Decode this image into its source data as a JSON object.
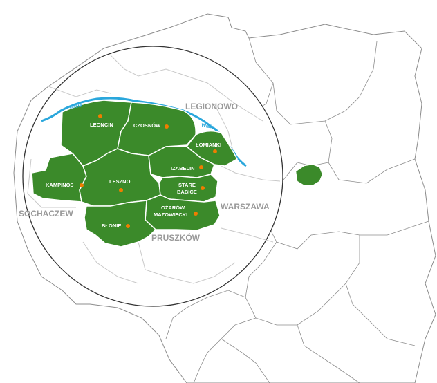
{
  "colors": {
    "region_fill": "#3b8a2a",
    "region_border": "#ffffff",
    "river": "#2aa7dc",
    "town_marker": "#ef7d00",
    "country_border": "#8c8c8c",
    "inner_border": "#c8c8c8",
    "outside_label": "#9a9a9a"
  },
  "river_labels": [
    "Wisła",
    "Wisła"
  ],
  "outside_labels": {
    "legionowo": "LEGIONOWO",
    "sochaczew": "SOCHACZEW",
    "warszawa": "WARSZAWA",
    "pruszkow": "PRUSZKÓW"
  },
  "towns": {
    "leoncin": "LEONCIN",
    "czosnow": "CZOSNÓW",
    "lomianki": "ŁOMIANKI",
    "kampinos": "KAMPINOS",
    "leszno": "LESZNO",
    "izabelin": "IZABELIN",
    "stare_1": "STARE",
    "stare_2": "BABICE",
    "ozarow_1": "OŻARÓW",
    "ozarow_2": "MAZOWIECKI",
    "blonie": "BŁONIE"
  }
}
